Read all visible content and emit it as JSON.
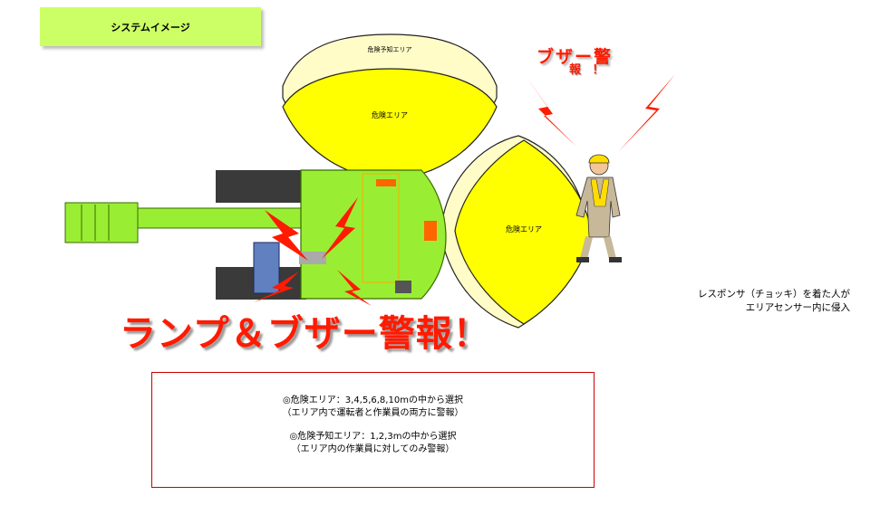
{
  "title": "システムイメージ",
  "zones": {
    "warning_label": "危険予知エリア",
    "danger_top_label": "危険エリア",
    "danger_right_label": "危険エリア"
  },
  "alerts": {
    "lamp_buzzer": "ランプ＆ブザー警報！",
    "buzzer_line1": "ブザー警",
    "buzzer_line2": "報 ！"
  },
  "note": {
    "line1": "レスポンサ（チョッキ）を着た人が",
    "line2": "エリアセンサー内に侵入"
  },
  "info": {
    "danger_line": "◎危険エリア：3,4,5,6,8,10mの中から選択",
    "danger_sub": "（エリア内で運転者と作業員の両方に警報）",
    "warning_line": "◎危険予知エリア：1,2,3mの中から選択",
    "warning_sub": "（エリア内の作業員に対してのみ警報）"
  },
  "colors": {
    "machine_green": "#99ee33",
    "danger_yellow": "#ffff00",
    "warning_cream": "#fffcc8",
    "alert_red": "#ff1a00",
    "title_green": "#ccff66"
  }
}
